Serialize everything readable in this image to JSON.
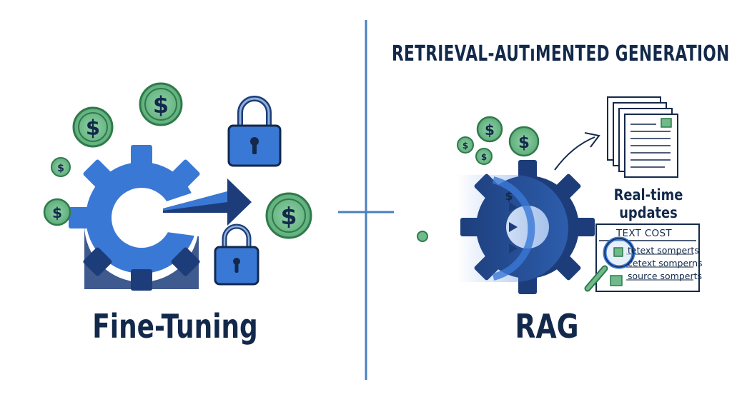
{
  "left": {
    "title": "Fine-Tuning"
  },
  "right": {
    "header": "RETRIEVAL-AUTıMENTED GENERATION",
    "title": "RAG",
    "realtime_line1": "Real-time",
    "realtime_line2": "updates",
    "document": {
      "heading": "TEXT COST",
      "lines": [
        "tetext somperts",
        "cetext somperns",
        "source somperts"
      ]
    }
  },
  "coin_symbol": "$",
  "icons": [
    "gear-icon",
    "arrow-right-icon",
    "dollar-coin-icon",
    "padlock-icon",
    "documents-icon",
    "magnifier-icon",
    "curved-arrow-icon"
  ],
  "colors": {
    "navy": "#13294b",
    "blue": "#3a78d6",
    "dark_blue": "#1d3d7a",
    "green": "#6fb98a",
    "green_dark": "#2f7a4a",
    "divider": "#4a7fc0"
  }
}
